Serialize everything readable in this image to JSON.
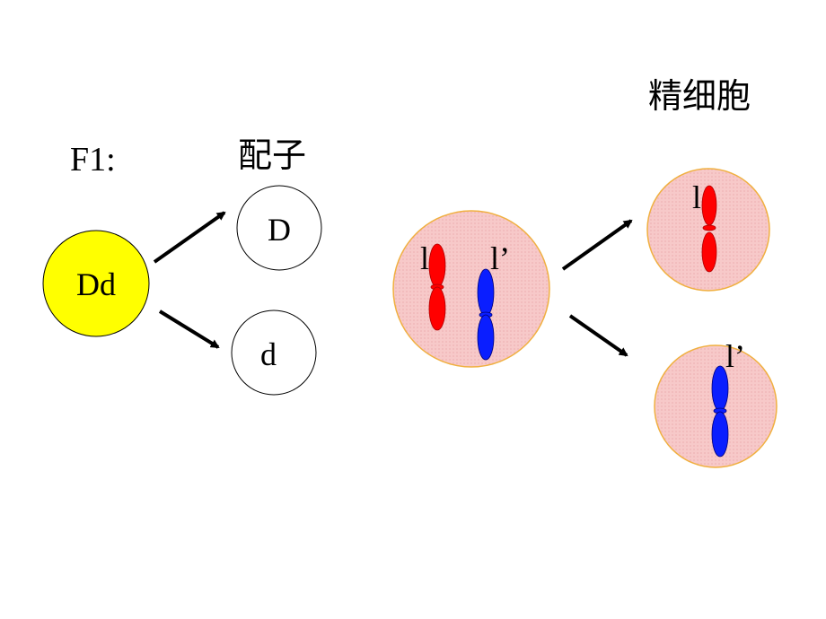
{
  "labels": {
    "f1": "F1:",
    "gametes": "配子",
    "sperm_cells": "精细胞"
  },
  "cells": {
    "parent_genotype": "Dd",
    "gamete_dominant": "D",
    "gamete_recessive": "d"
  },
  "chromosomes": {
    "parent_left": "l",
    "parent_right": "l’",
    "sperm_top": "l",
    "sperm_bottom": "l’"
  },
  "colors": {
    "parent_cell": "#ffff00",
    "cell_fill": "#f6c6c6",
    "cell_border": "#f0b040",
    "chromosome_red": "#ff0000",
    "chromosome_blue": "#0a1eff"
  }
}
